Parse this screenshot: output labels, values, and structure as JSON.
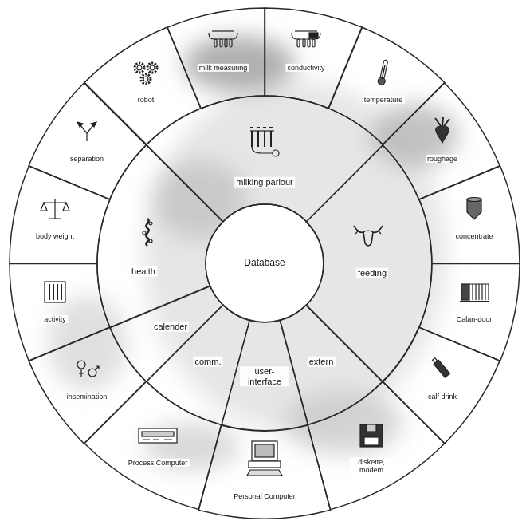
{
  "diagram": {
    "nodes": [
      {
        "text": [
          "Database"
        ]
      },
      {
        "text": [
          "milking parlour"
        ]
      },
      {
        "text": [
          "feeding"
        ]
      },
      {
        "text": [
          "extern"
        ]
      },
      {
        "text": [
          "user-interface"
        ]
      },
      {
        "text": [
          "comm."
        ]
      },
      {
        "text": [
          "calender"
        ]
      },
      {
        "text": [
          "health"
        ]
      },
      {
        "text": [
          "robot"
        ]
      },
      {
        "text": [
          "milk measuring"
        ]
      },
      {
        "text": [
          "conductivity"
        ]
      },
      {
        "text": [
          "temperature"
        ]
      },
      {
        "text": [
          "roughage"
        ]
      },
      {
        "text": [
          "concentrate"
        ]
      },
      {
        "text": [
          "Calan-door"
        ]
      },
      {
        "text": [
          "calf drink"
        ]
      },
      {
        "text": [
          "diskette, modem"
        ]
      },
      {
        "text": [
          "Personal Computer"
        ]
      },
      {
        "text": [
          "Process Computer"
        ]
      },
      {
        "text": [
          "insemination"
        ]
      },
      {
        "text": [
          "activity"
        ]
      },
      {
        "text": [
          "body weight"
        ]
      },
      {
        "text": [
          "separation"
        ]
      }
    ]
  }
}
